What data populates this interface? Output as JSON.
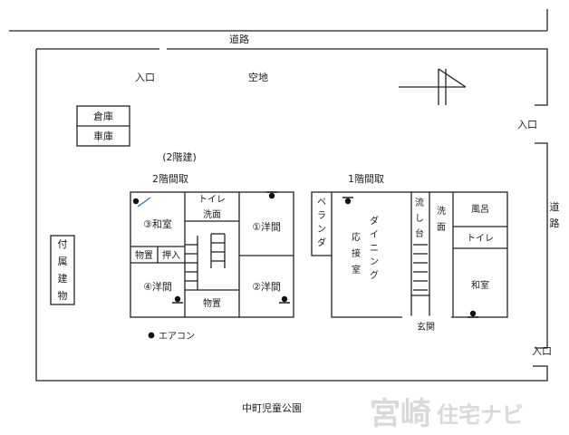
{
  "labels": {
    "road_top": "道路",
    "road_right": "道路",
    "entrance": "入口",
    "vacant_lot": "空地",
    "warehouse": "倉庫",
    "garage": "車庫",
    "two_story_note": "(2階建)",
    "floor2_title": "2階間取",
    "floor1_title": "1階間取",
    "annex": "付属建物",
    "room_washitsu3": "③和室",
    "room_toilet": "トイレ",
    "room_senmen": "洗面",
    "room_yoma1": "①洋間",
    "room_storage_a": "物置",
    "room_oshiire": "押入",
    "room_yoma4": "④洋間",
    "room_storage_b": "物置",
    "room_yoma2": "②洋間",
    "veranda": "ベランダ",
    "reception": "応接室",
    "dining": "ダイニング",
    "sink": "流し台",
    "washroom": "洗面",
    "bath": "風呂",
    "toilet1": "トイレ",
    "washitsu1": "和室",
    "genkan": "玄関",
    "aircon_legend": "エアコン",
    "park": "中町児童公園",
    "watermark_a": "宮崎",
    "watermark_b": "住宅ナビ"
  },
  "colors": {
    "line": "#222222",
    "aircon_dot": "#111111",
    "aircon_arrow": "#2a6fd0",
    "watermark": "#d9d9d9"
  },
  "icons": {
    "north": "north-arrow-icon",
    "aircon": "aircon-dot-icon"
  }
}
